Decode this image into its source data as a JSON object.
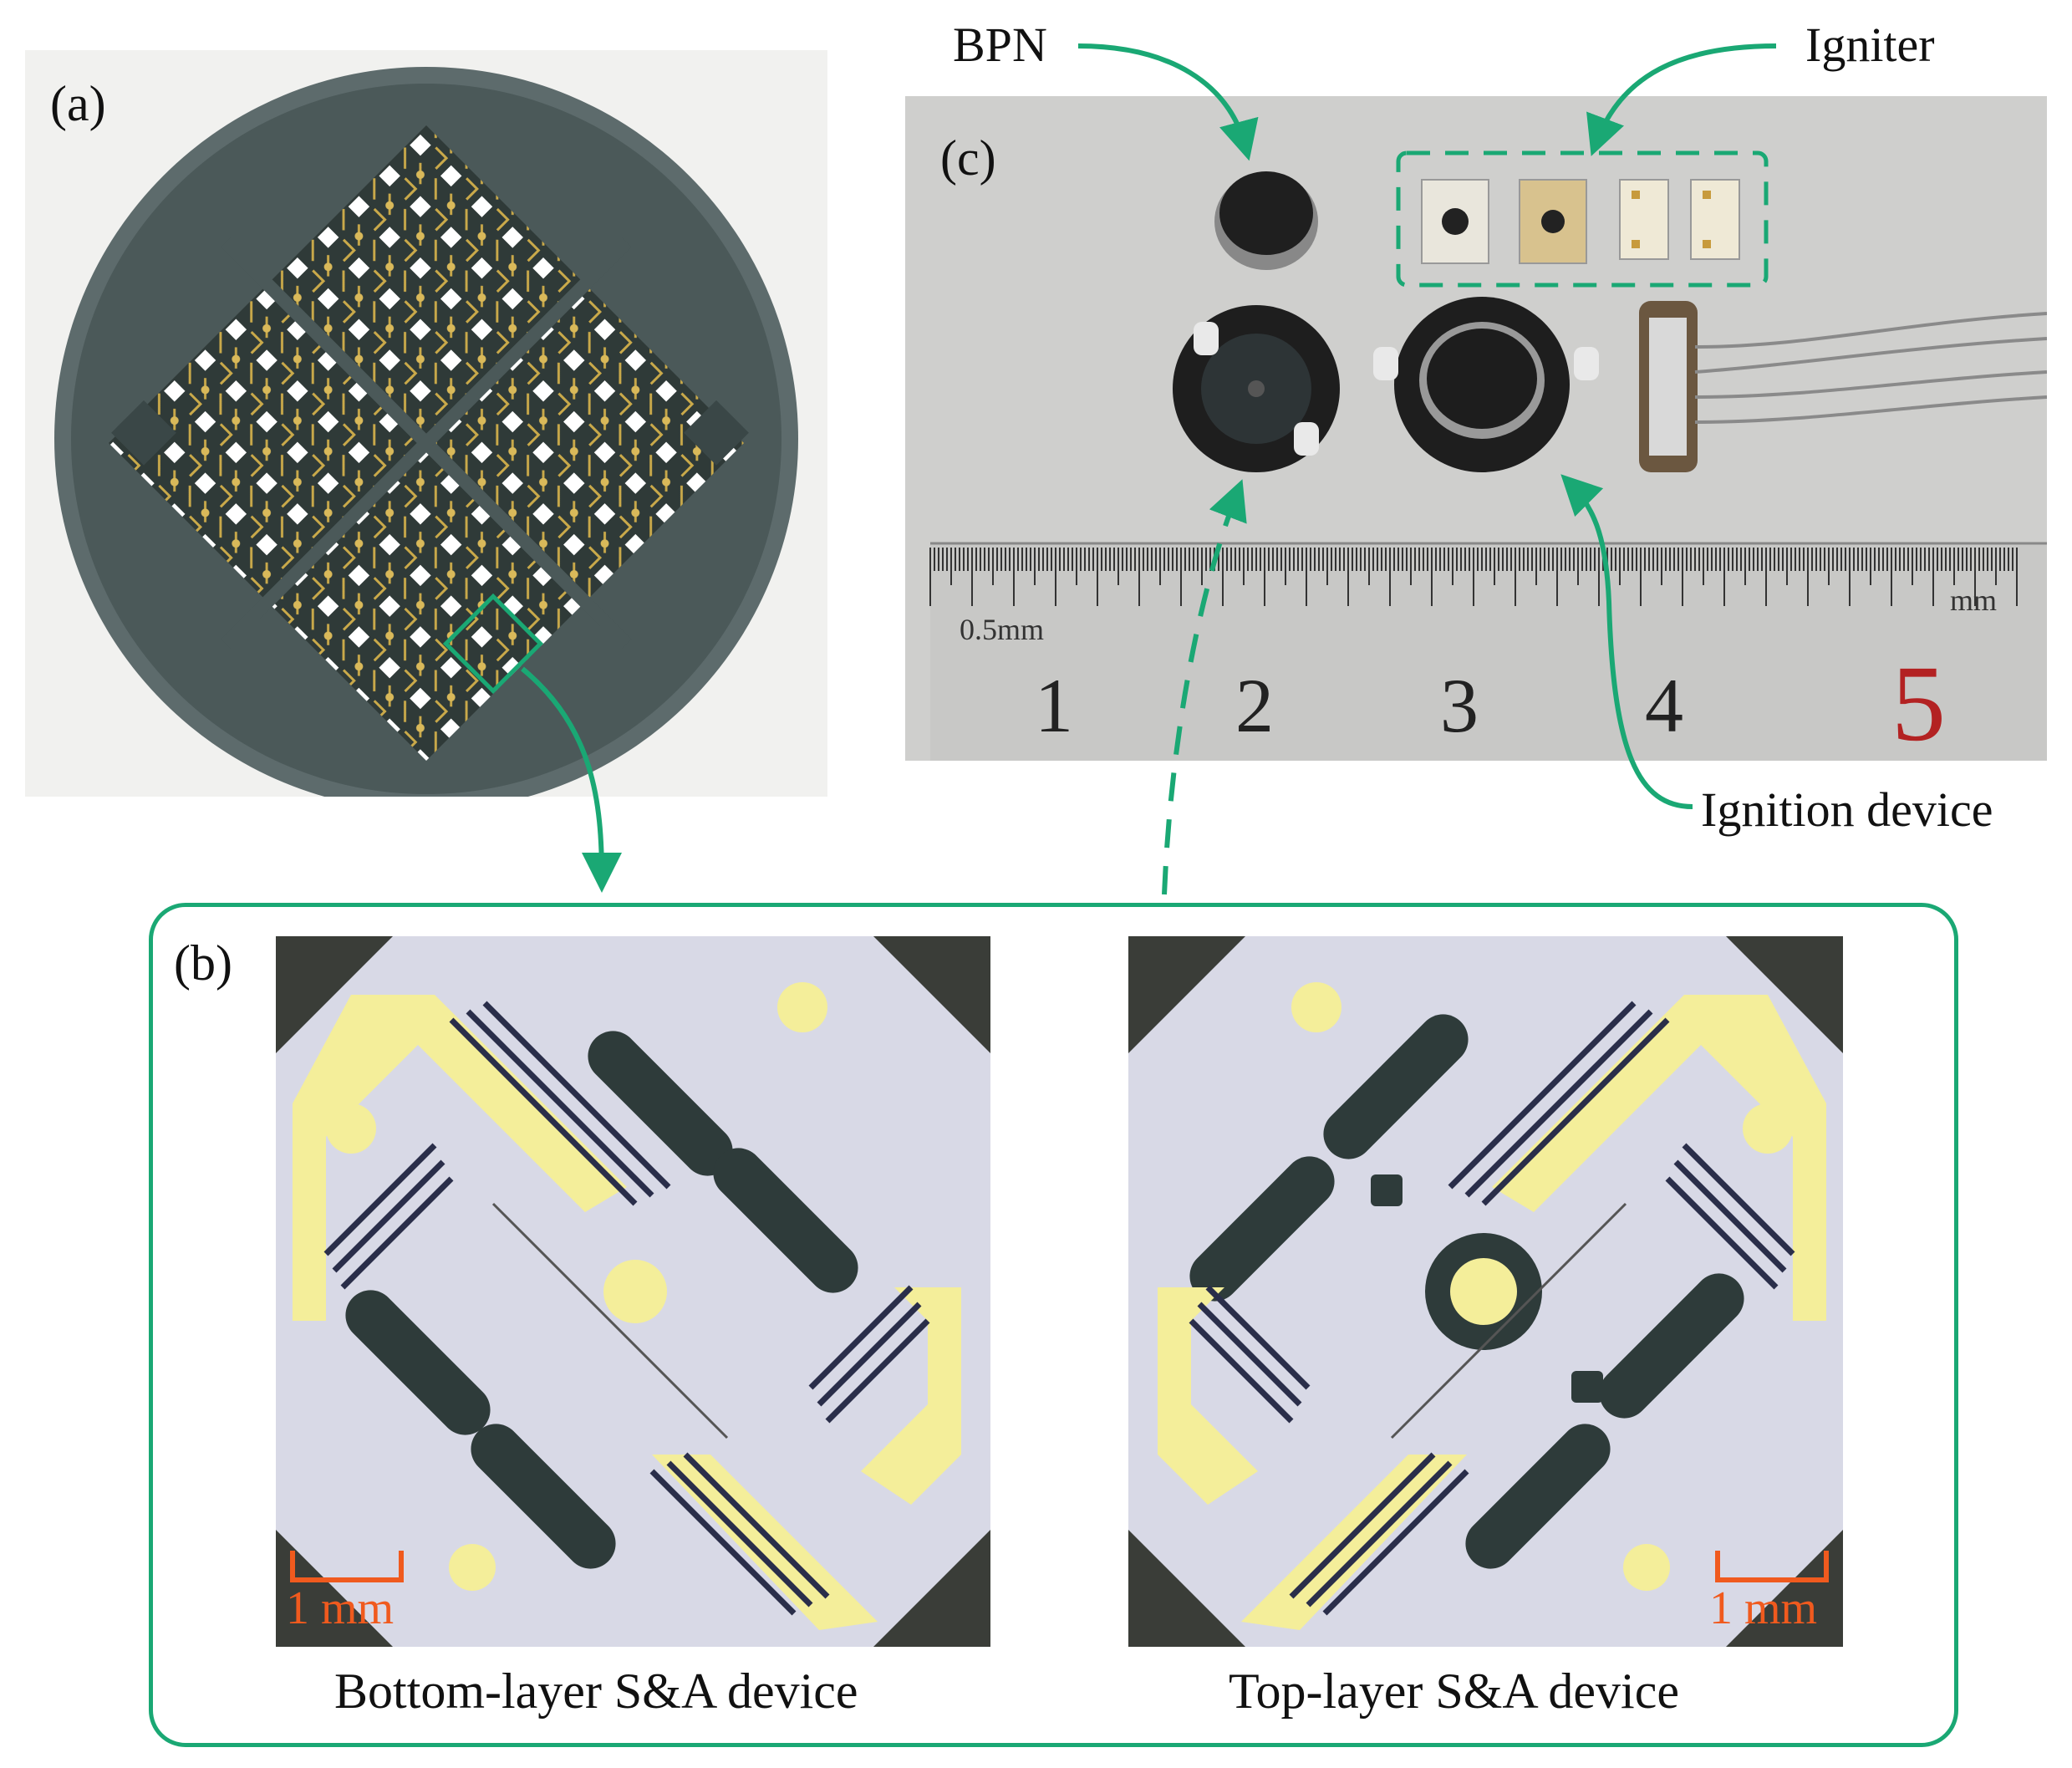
{
  "panels": {
    "a": {
      "label": "(a)"
    },
    "b": {
      "label": "(b)",
      "left_caption": "Bottom-layer S&A device",
      "right_caption": "Top-layer S&A device",
      "scale_left": "1 mm",
      "scale_right": "1 mm"
    },
    "c": {
      "label": "(c)",
      "ruler": {
        "unit_left": "0.5mm",
        "unit_right": "mm",
        "numbers": [
          "1",
          "2",
          "3",
          "4",
          "5"
        ]
      }
    }
  },
  "callouts": {
    "bpn": "BPN",
    "igniter": "Igniter",
    "ignition_device": "Ignition device"
  },
  "colors": {
    "accent_green": "#1aa874",
    "scale_orange": "#f05a1e",
    "gold_metal": "#f4ee9a",
    "wafer_dark": "#3c4a4a",
    "ruler_red": "#b32222"
  }
}
